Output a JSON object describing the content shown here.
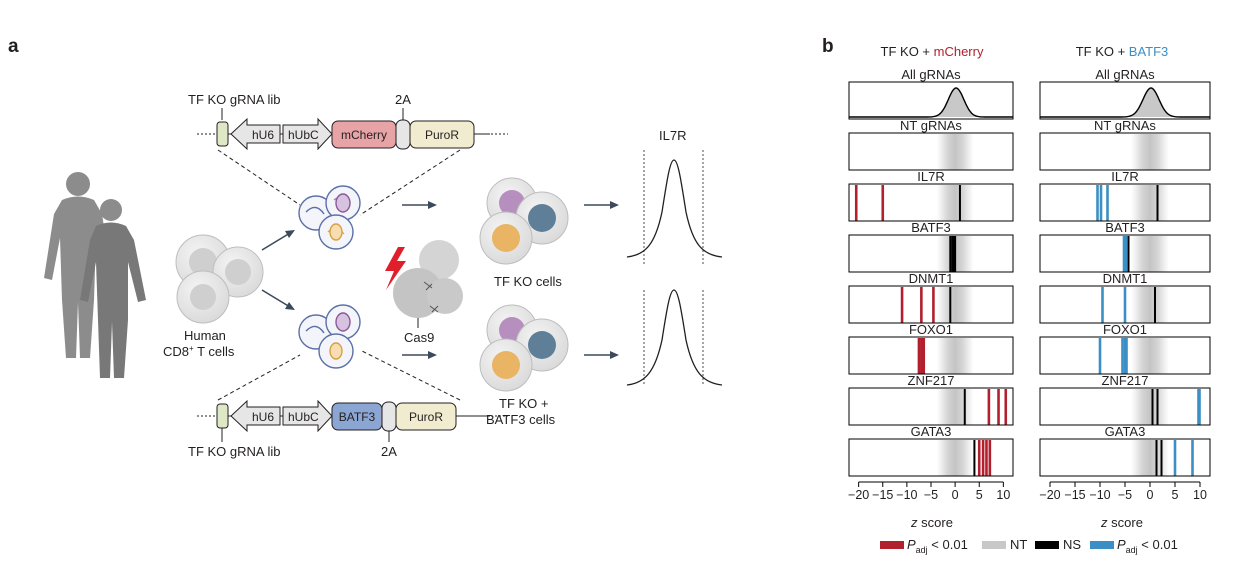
{
  "panel_a": {
    "letter": "a",
    "top_construct": {
      "lib_label": "TF KO gRNA lib",
      "promoter1": "hU6",
      "promoter2": "hUbC",
      "reporter": "mCherry",
      "linker": "2A",
      "selection": "PuroR"
    },
    "bottom_construct": {
      "lib_label": "TF KO gRNA lib",
      "promoter1": "hU6",
      "promoter2": "hUbC",
      "reporter": "BATF3",
      "linker": "2A",
      "selection": "PuroR"
    },
    "human_label_line1": "Human",
    "human_label_cd": "CD8",
    "human_label_sup": "+",
    "human_label_rest": " T cells",
    "cas9_label": "Cas9",
    "cells_top_label": "TF KO cells",
    "cells_bottom_line1": "TF KO +",
    "cells_bottom_line2": "BATF3 cells",
    "il7r_label": "IL7R",
    "colors": {
      "mcherry_box": "#e7a3a6",
      "batf3_box": "#8ba6d3",
      "puro_box": "#f1eccf",
      "promoter": "#e6e6e6",
      "grna": "#dfe8c4",
      "figure_gray": "#8c8c8c",
      "virus_blue": "#5a6fa8"
    }
  },
  "panel_b": {
    "letter": "b",
    "col_left_title_prefix": "TF KO + ",
    "col_left_title_colored": "mCherry",
    "col_right_title_prefix": "TF KO + ",
    "col_right_title_colored": "BATF3",
    "xlabel_italic": "z",
    "xlabel_rest": " score",
    "legend": {
      "sig_red_p": "P",
      "sig_red_sub": "adj",
      "sig_red_rest": " < 0.01",
      "nt": "NT",
      "ns": "NS",
      "sig_blue_p": "P",
      "sig_blue_sub": "adj",
      "sig_blue_rest": " < 0.01"
    },
    "colors": {
      "red": "#b2202e",
      "blue": "#3b8fc4",
      "ns": "#000000",
      "nt": "#c8c8c8"
    }
  },
  "chart_data": {
    "type": "strip",
    "title": "",
    "xlabel": "z score",
    "xlim": [
      -22,
      12
    ],
    "xticks": [
      -20,
      -15,
      -10,
      -5,
      0,
      5,
      10
    ],
    "nt_band": [
      -3,
      3
    ],
    "rows": [
      {
        "name": "All gRNAs",
        "kind": "density"
      },
      {
        "name": "NT gRNAs",
        "kind": "nt"
      },
      {
        "name": "IL7R",
        "left": {
          "sig": [
            -20.5,
            -15
          ],
          "ns": [
            1
          ]
        },
        "right": {
          "sig": [
            -10.5,
            -9.8,
            -8.5
          ],
          "ns": [
            1.5
          ]
        }
      },
      {
        "name": "BATF3",
        "left": {
          "sig": [],
          "ns": [
            -1,
            -0.6,
            -0.3,
            0
          ]
        },
        "right": {
          "sig": [
            -5.2,
            -4.8
          ],
          "ns": [
            -4.3
          ]
        }
      },
      {
        "name": "DNMT1",
        "left": {
          "sig": [
            -11,
            -7,
            -4.5
          ],
          "ns": [
            -1
          ]
        },
        "right": {
          "sig": [
            -9.5,
            -5
          ],
          "ns": [
            1
          ]
        }
      },
      {
        "name": "FOXO1",
        "left": {
          "sig": [
            -7.5,
            -7,
            -6.5
          ],
          "ns": []
        },
        "right": {
          "sig": [
            -10,
            -5.5,
            -5,
            -4.7
          ],
          "ns": []
        }
      },
      {
        "name": "ZNF217",
        "left": {
          "sig": [
            7,
            9,
            10.5
          ],
          "ns": [
            2
          ]
        },
        "right": {
          "sig": [
            9.7,
            9.9
          ],
          "ns": [
            0.5,
            1.5
          ]
        }
      },
      {
        "name": "GATA3",
        "left": {
          "sig": [
            5,
            5.8,
            6.5,
            7.2
          ],
          "ns": [
            4
          ]
        },
        "right": {
          "sig": [
            5,
            8.5
          ],
          "ns": [
            1.3,
            2.3
          ]
        }
      }
    ]
  }
}
